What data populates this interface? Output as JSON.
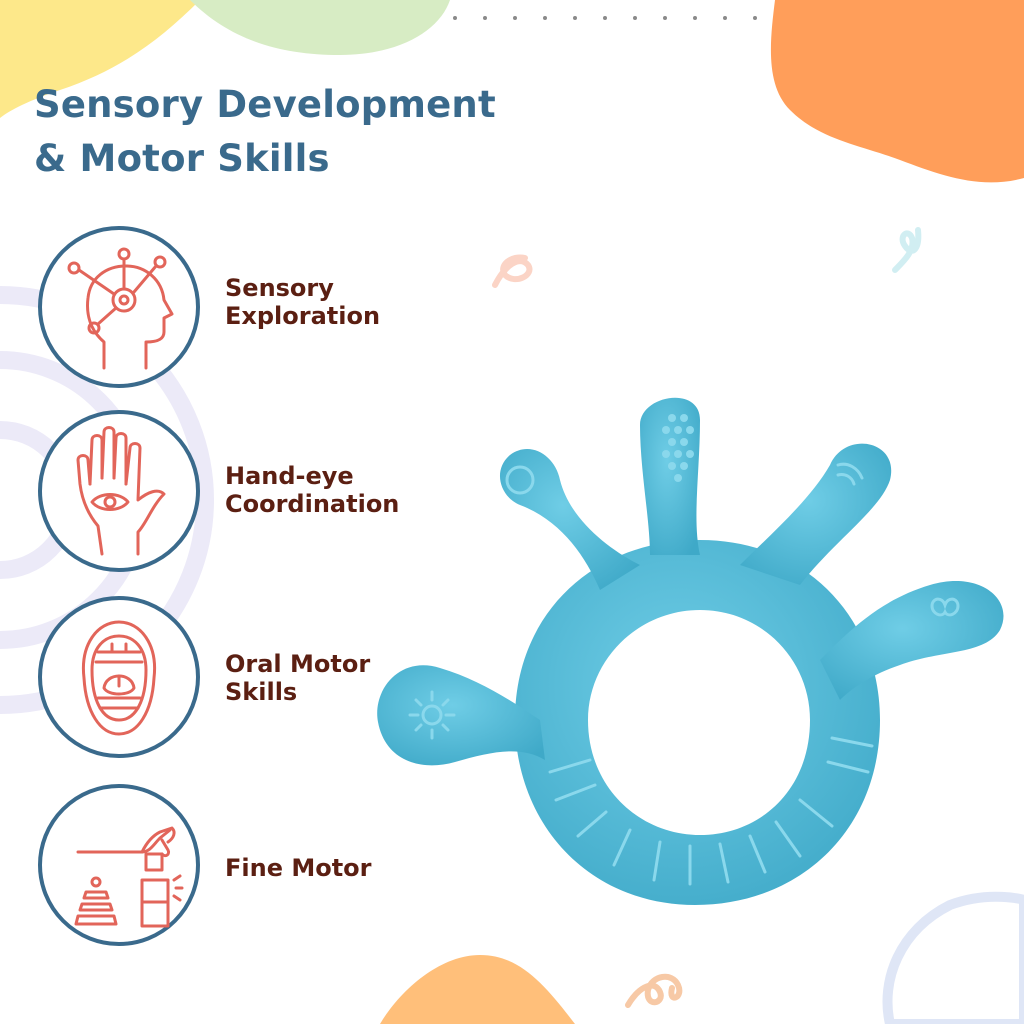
{
  "heading": {
    "line1": "Sensory Development",
    "line2": "& Motor Skills"
  },
  "features": [
    {
      "icon": "head-network-icon",
      "line1": "Sensory",
      "line2": "Exploration"
    },
    {
      "icon": "hand-eye-icon",
      "line1": "Hand-eye",
      "line2": "Coordination"
    },
    {
      "icon": "open-mouth-icon",
      "line1": "Oral Motor",
      "line2": "Skills"
    },
    {
      "icon": "hand-stacking-blocks-icon",
      "line1": "Fine Motor",
      "line2": ""
    }
  ],
  "product": {
    "icon": "hand-shaped-teether-icon"
  },
  "colors": {
    "heading": "#3a6a8c",
    "label": "#5b1f12",
    "icon_line": "#e2655a",
    "circle_border": "#3a6a8c",
    "teether": "#5bc0dc",
    "blob_orange": "#ff9e5a",
    "blob_yellow": "#fde88a",
    "blob_green": "#d7ecc4"
  }
}
